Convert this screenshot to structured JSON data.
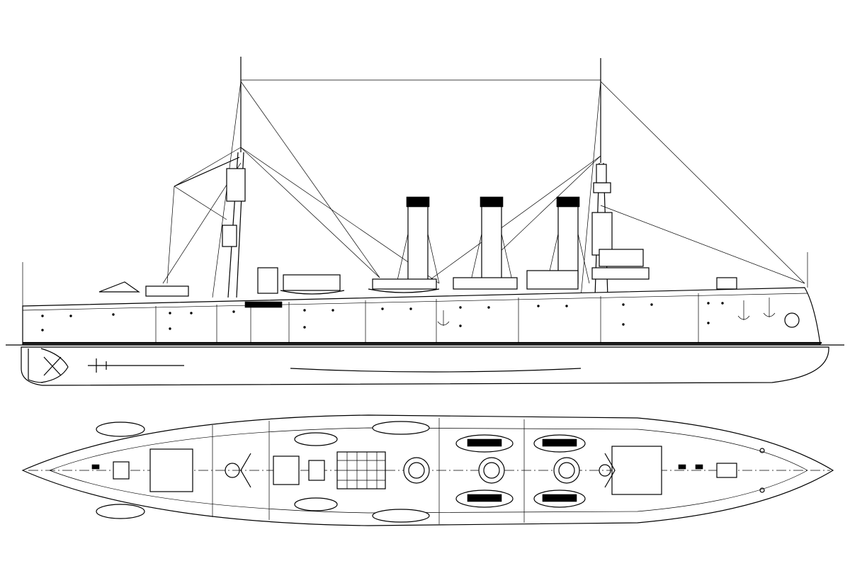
{
  "colors": {
    "ink": "#000000",
    "paper": "#ffffff"
  },
  "views": [
    {
      "id": "side-elevation",
      "funnels": 3,
      "masts": 2
    },
    {
      "id": "plan-view",
      "funnels": 3
    }
  ]
}
